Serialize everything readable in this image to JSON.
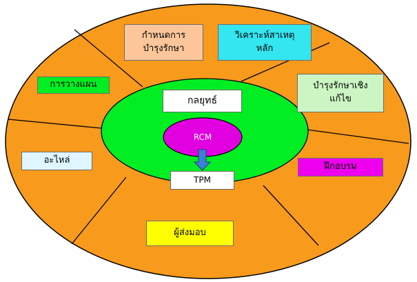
{
  "diagram": {
    "sectors": [
      {
        "id": "maintenance-scheduling",
        "label": "กำหนดการ\nบำรุงรักษา",
        "color": "#fcc69a"
      },
      {
        "id": "root-cause",
        "label": "วิเคราะห์สาเหตุ\nหลัก",
        "color": "#33e6f0"
      },
      {
        "id": "planning",
        "label": "การวางแผน",
        "color": "#00ee22"
      },
      {
        "id": "corrective-maintenance",
        "label": "บำรุงรักษาเชิง\nแก้ไข",
        "color": "#ccf5c4"
      },
      {
        "id": "spare-parts",
        "label": "อะไหล่",
        "color": "#dff6ff"
      },
      {
        "id": "training",
        "label": "ฝึกอบรม",
        "color": "#ee00ee"
      },
      {
        "id": "suppliers",
        "label": "ผู้ส่งมอบ",
        "color": "#ffff00"
      }
    ],
    "center": {
      "strategy_label": "กลยุทธ์",
      "rcm_label": "RCM",
      "tpm_label": "TPM"
    },
    "colors": {
      "outer_ring": "#f89a1c",
      "inner_ellipse": "#00ee22",
      "rcm_ellipse": "#e000e0",
      "arrow": "#3d7fd6",
      "outline": "#000000"
    }
  }
}
